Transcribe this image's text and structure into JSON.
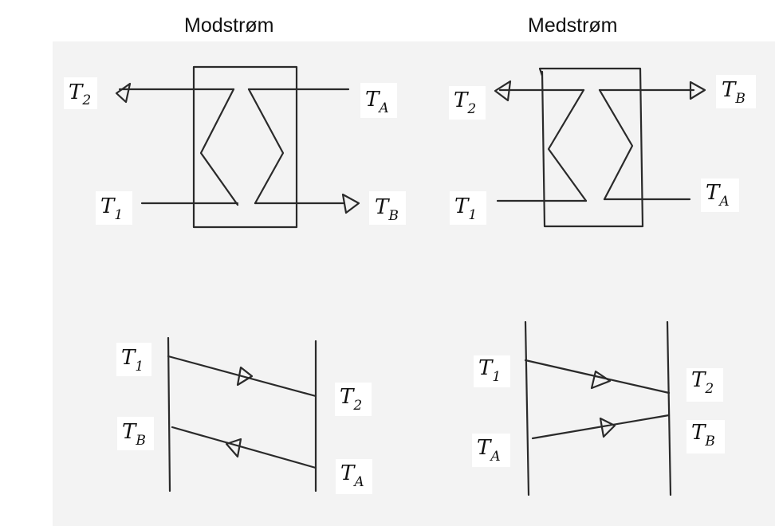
{
  "titles": {
    "left": "Modstrøm",
    "right": "Medstrøm"
  },
  "symbols": {
    "T": "T",
    "sub_1": "1",
    "sub_2": "2",
    "sub_A": "A",
    "sub_B": "B"
  }
}
